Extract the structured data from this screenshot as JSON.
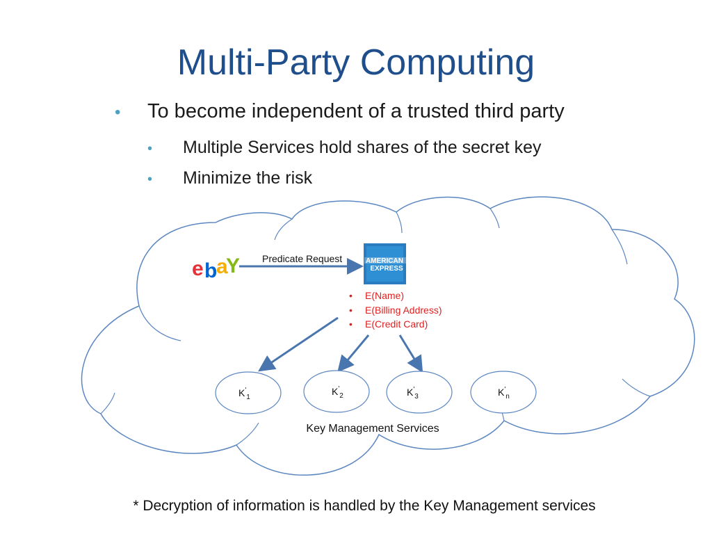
{
  "title": "Multi-Party Computing",
  "bullets": {
    "main": "To become independent of a trusted third party",
    "sub": [
      "Multiple Services hold shares of the secret key",
      "Minimize the risk"
    ]
  },
  "diagram": {
    "ebay_logo_letters": [
      "e",
      "b",
      "a",
      "Y"
    ],
    "request_label": "Predicate Request",
    "amex_logo_text": [
      "AMERICAN",
      "EXPRESS"
    ],
    "encrypted_items": [
      "E(Name)",
      "E(Billing Address)",
      "E(Credit Card)"
    ],
    "key_nodes": [
      {
        "base": "K",
        "prime": "'",
        "sub": "1"
      },
      {
        "base": "K",
        "prime": "'",
        "sub": "2"
      },
      {
        "base": "K",
        "prime": "'",
        "sub": "3"
      },
      {
        "base": "K",
        "prime": "'",
        "sub": "n"
      }
    ],
    "services_label": "Key Management Services"
  },
  "footnote": "* Decryption of information is handled by the Key Management services",
  "colors": {
    "title": "#1f4e8c",
    "bullet": "#4aa3c0",
    "encrypted_text": "#e02020",
    "arrow": "#4a76b0",
    "cloud_stroke": "#5b86c0"
  }
}
